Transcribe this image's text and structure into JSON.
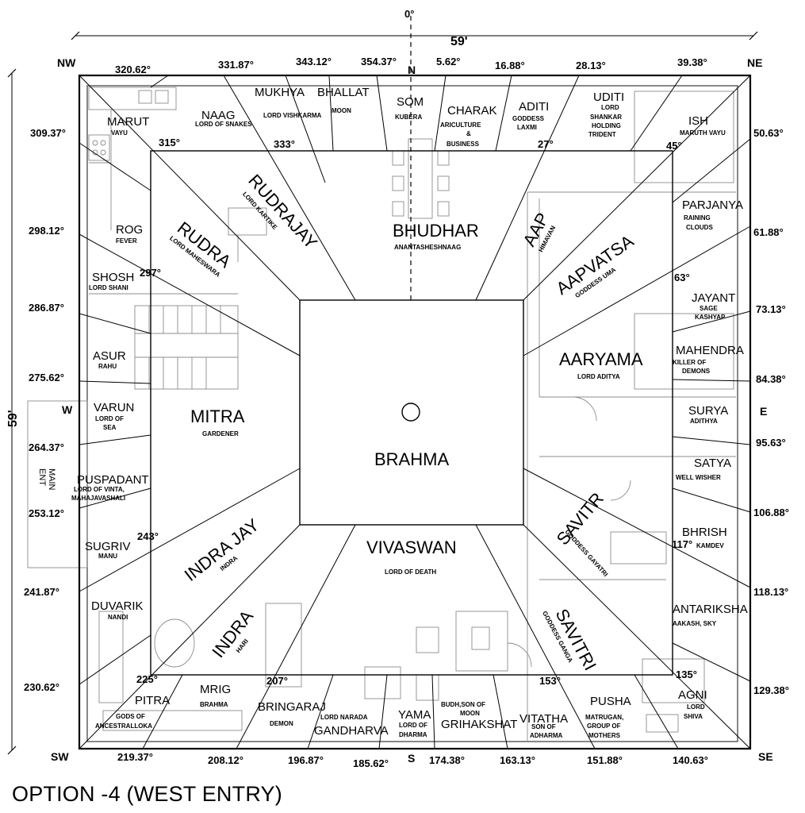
{
  "title": "OPTION -4 (WEST ENTRY)",
  "dimensions": {
    "top": "59'",
    "left": "59'"
  },
  "north_marker": "0°",
  "directions": {
    "nw": "NW",
    "ne": "NE",
    "sw": "SW",
    "se": "SE",
    "n": "N",
    "s": "S",
    "w": "W",
    "e": "E"
  },
  "outer_angles": {
    "top": [
      "320.62°",
      "331.87°",
      "343.12°",
      "354.37°",
      "5.62°",
      "16.88°",
      "28.13°",
      "39.38°"
    ],
    "right": [
      "50.63°",
      "61.88°",
      "73.13°",
      "84.38°",
      "95.63°",
      "106.88°",
      "118.13°",
      "129.38°"
    ],
    "bottom": [
      "219.37°",
      "208.12°",
      "196.87°",
      "185.62°",
      "174.38°",
      "163.13°",
      "151.88°",
      "140.63°"
    ],
    "left": [
      "309.37°",
      "298.12°",
      "286.87°",
      "275.62°",
      "264.37°",
      "253.12°",
      "241.87°",
      "230.62°"
    ]
  },
  "inner_angles": {
    "a315": "315°",
    "a333": "333°",
    "a27": "27°",
    "a45": "45°",
    "a63": "63°",
    "a297": "297°",
    "a243": "243°",
    "a225": "225°",
    "a207": "207°",
    "a153": "153°",
    "a135": "135°",
    "a117": "117°"
  },
  "deities": {
    "marut": {
      "name": "MARUT",
      "sub": "VAYU"
    },
    "naag": {
      "name": "NAAG",
      "sub": "LORD OF SNAKES"
    },
    "mukhya": {
      "name": "MUKHYA",
      "sub": "LORD VISHKARMA"
    },
    "bhallat": {
      "name": "BHALLAT",
      "sub": "MOON"
    },
    "som": {
      "name": "SOM",
      "sub": "KUBERA"
    },
    "charak": {
      "name": "CHARAK",
      "sub1": "ARICULTURE",
      "sub2": "&",
      "sub3": "BUSINESS"
    },
    "aditi": {
      "name": "ADITI",
      "sub1": "GODDESS",
      "sub2": "LAXMI"
    },
    "uditi": {
      "name": "UDITI",
      "sub1": "LORD",
      "sub2": "SHANKAR",
      "sub3": "HOLDING",
      "sub4": "TRIDENT"
    },
    "ish": {
      "name": "ISH",
      "sub": "MARUTH VAYU"
    },
    "rog": {
      "name": "ROG",
      "sub": "FEVER"
    },
    "shosh": {
      "name": "SHOSH",
      "sub": "LORD SHANI"
    },
    "asur": {
      "name": "ASUR",
      "sub": "RAHU"
    },
    "varun": {
      "name": "VARUN",
      "sub1": "LORD OF",
      "sub2": "SEA"
    },
    "puspadant": {
      "name": "PUSPADANT",
      "sub1": "LORD OF VINTA,",
      "sub2": "MAHAJAVASHALI"
    },
    "sugriv": {
      "name": "SUGRIV",
      "sub": "MANU"
    },
    "duvarik": {
      "name": "DUVARIK",
      "sub": "NANDI"
    },
    "pitra": {
      "name": "PITRA",
      "sub1": "GODS OF",
      "sub2": "ANCESTRALLOKA"
    },
    "mrig": {
      "name": "MRIG",
      "sub": "BRAHMA"
    },
    "bringaraj": {
      "name": "BRINGARAJ",
      "sub": "DEMON"
    },
    "gandharva": {
      "name": "GANDHARVA",
      "sub": "LORD NARADA"
    },
    "yama": {
      "name": "YAMA",
      "sub1": "LORD OF",
      "sub2": "DHARMA"
    },
    "grihakshat": {
      "name": "GRIHAKSHAT",
      "sub1": "BUDH,SON OF",
      "sub2": "MOON"
    },
    "vitatha": {
      "name": "VITATHA",
      "sub1": "SON OF",
      "sub2": "ADHARMA"
    },
    "pusha": {
      "name": "PUSHA",
      "sub1": "MATRUGAN,",
      "sub2": "GROUP OF",
      "sub3": "MOTHERS"
    },
    "agni": {
      "name": "AGNI",
      "sub1": "LORD",
      "sub2": "SHIVA"
    },
    "parjanya": {
      "name": "PARJANYA",
      "sub1": "RAINING",
      "sub2": "CLOUDS"
    },
    "jayant": {
      "name": "JAYANT",
      "sub1": "SAGE",
      "sub2": "KASHYAP"
    },
    "mahendra": {
      "name": "MAHENDRA",
      "sub1": "KILLER OF",
      "sub2": "DEMONS"
    },
    "surya": {
      "name": "SURYA",
      "sub": "ADITHYA"
    },
    "satya": {
      "name": "SATYA",
      "sub": "WELL WISHER"
    },
    "bhrish": {
      "name": "BHRISH",
      "sub": "KAMDEV"
    },
    "antariksha": {
      "name": "ANTARIKSHA",
      "sub": "AAKASH, SKY"
    }
  },
  "inner_deities": {
    "rudra": {
      "name": "RUDRA",
      "sub": "LORD MAHESWARA"
    },
    "rudrajay": {
      "name": "RUDRAJAY",
      "sub": "LORD KARTIKE"
    },
    "bhudhar": {
      "name": "BHUDHAR",
      "sub": "ANANTASHESHNAAG"
    },
    "aap": {
      "name": "AAP",
      "sub": "HIMAVAN"
    },
    "aapvatsa": {
      "name": "AAPVATSA",
      "sub": "GODDESS UMA"
    },
    "aaryama": {
      "name": "AARYAMA",
      "sub": "LORD ADITYA"
    },
    "mitra": {
      "name": "MITRA",
      "sub": "GARDENER"
    },
    "brahma": {
      "name": "BRAHMA"
    },
    "savitr": {
      "name": "SAVITR",
      "sub": "GODDESS GAYATRI"
    },
    "savitri": {
      "name": "SAVITRI",
      "sub": "GODDESS GANGA"
    },
    "vivaswan": {
      "name": "VIVASWAN",
      "sub": "LORD OF DEATH"
    },
    "indrajay": {
      "name": "INDRA JAY",
      "sub": "INDRA"
    },
    "indra": {
      "name": "INDRA",
      "sub": "HARI"
    }
  },
  "entrance": {
    "line1": "MAIN",
    "line2": "ENT"
  }
}
